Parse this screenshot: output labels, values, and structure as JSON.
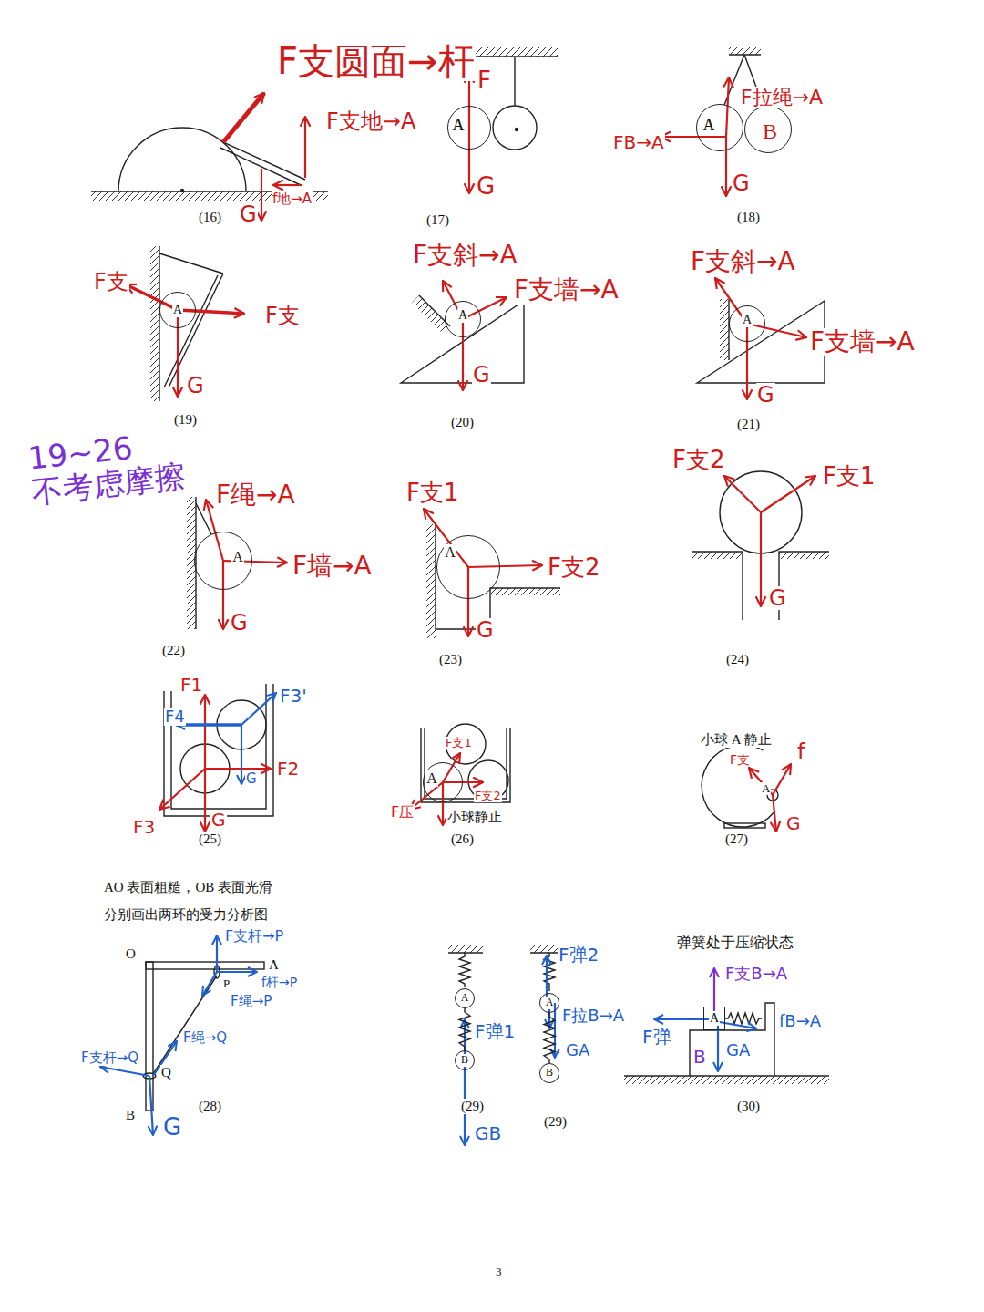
{
  "diagram": {
    "nodes": [
      {
        "text": [
          "A"
        ]
      },
      {
        "text": [
          "A"
        ]
      },
      {
        "text": [
          "B"
        ]
      },
      {
        "text": [
          "A"
        ]
      },
      {
        "text": [
          "A"
        ]
      },
      {
        "text": [
          "A"
        ]
      },
      {
        "text": [
          "A"
        ]
      },
      {
        "text": [
          "A"
        ]
      },
      {
        "text": [
          "A"
        ]
      },
      {
        "text": [
          "A"
        ]
      },
      {
        "text": [
          "B"
        ]
      },
      {
        "text": [
          "A"
        ]
      },
      {
        "text": [
          "B"
        ]
      },
      {
        "text": [
          "A"
        ]
      }
    ],
    "edges": [
      {
        "from": 9,
        "to": 10,
        "arrow": "none"
      },
      {
        "from": 11,
        "to": 12,
        "arrow": "none"
      }
    ],
    "labels": [
      "F支圆面→杆",
      "F支地→A",
      "f地→A",
      "G",
      "(16)",
      "F",
      "G",
      "(17)",
      "F拉绳→A",
      "FB→A",
      "G",
      "(18)",
      "F支",
      "F支",
      "G",
      "(19)",
      "F支斜→A",
      "F支墙→A",
      "G",
      "(20)",
      "F支斜→A",
      "F支墙→A",
      "G",
      "(21)",
      "19~26 不考虑摩擦",
      "F绳→A",
      "F墙→A",
      "G",
      "(22)",
      "F支1",
      "F支2",
      "G",
      "(23)",
      "F支2",
      "F支1",
      "G",
      "(24)",
      "F1",
      "F3'",
      "F4",
      "F2",
      "G",
      "F3",
      "G",
      "(25)",
      "F支1",
      "F支2",
      "F压",
      "小球静止",
      "(26)",
      "小球 A 静止",
      "F支",
      "f",
      "A",
      "G",
      "(27)",
      "AO 表面粗糙，OB 表面光滑",
      "分别画出两环的受力分析图",
      "O",
      "A",
      "F支杆→P",
      "f杆→P",
      "P",
      "F绳→P",
      "F绳→Q",
      "F支杆→Q",
      "Q",
      "B",
      "G",
      "(28)",
      "F弹1",
      "GB",
      "(29)",
      "F弹2",
      "F拉B→A",
      "GA",
      "(29)",
      "弹簧处于压缩状态",
      "F支B→A",
      "fB→A",
      "F弹",
      "B",
      "GA",
      "(30)",
      "3"
    ]
  }
}
